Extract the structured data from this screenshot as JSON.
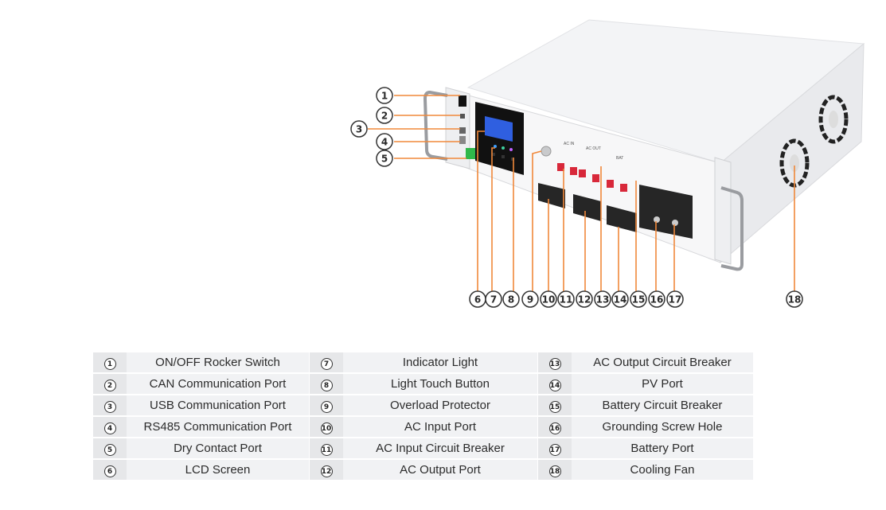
{
  "diagram": {
    "subject": "Rack-mounted hybrid inverter, front panel component callouts",
    "panel_labels": {
      "ac_in": "AC IN",
      "ac_out": "AC OUT",
      "bat": "BAT"
    },
    "accent_color": "#f0883a",
    "callouts": [
      "1",
      "2",
      "3",
      "4",
      "5",
      "6",
      "7",
      "8",
      "9",
      "10",
      "11",
      "12",
      "13",
      "14",
      "15",
      "16",
      "17",
      "18"
    ]
  },
  "table": {
    "rows": [
      [
        {
          "num": "1",
          "label": "ON/OFF Rocker Switch"
        },
        {
          "num": "7",
          "label": "Indicator Light"
        },
        {
          "num": "13",
          "label": "AC Output Circuit Breaker"
        }
      ],
      [
        {
          "num": "2",
          "label": "CAN Communication Port"
        },
        {
          "num": "8",
          "label": "Light Touch Button"
        },
        {
          "num": "14",
          "label": "PV Port"
        }
      ],
      [
        {
          "num": "3",
          "label": "USB Communication Port"
        },
        {
          "num": "9",
          "label": "Overload Protector"
        },
        {
          "num": "15",
          "label": "Battery Circuit Breaker"
        }
      ],
      [
        {
          "num": "4",
          "label": "RS485 Communication Port"
        },
        {
          "num": "10",
          "label": "AC Input Port"
        },
        {
          "num": "16",
          "label": "Grounding Screw Hole"
        }
      ],
      [
        {
          "num": "5",
          "label": "Dry Contact Port"
        },
        {
          "num": "11",
          "label": "AC Input Circuit Breaker"
        },
        {
          "num": "17",
          "label": "Battery Port"
        }
      ],
      [
        {
          "num": "6",
          "label": "LCD Screen"
        },
        {
          "num": "12",
          "label": "AC Output Port"
        },
        {
          "num": "18",
          "label": "Cooling Fan"
        }
      ]
    ]
  }
}
